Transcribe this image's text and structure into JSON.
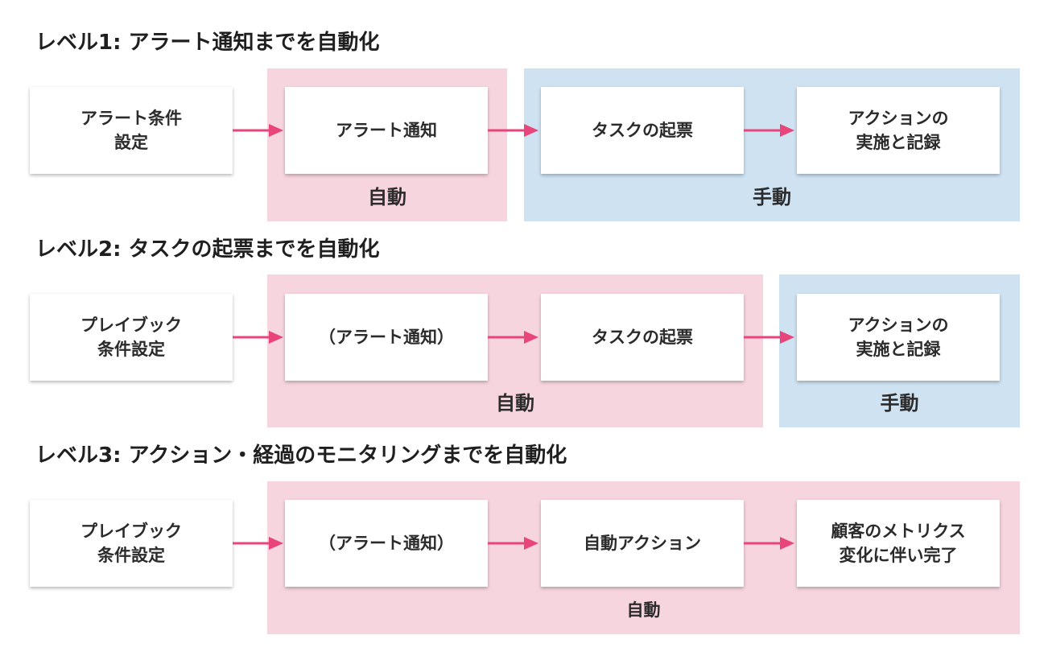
{
  "levels": [
    {
      "title": "レベル1: アラート通知までを自動化",
      "boxes": [
        "アラート条件\n設定",
        "アラート通知",
        "タスクの起票",
        "アクションの\n実施と記録"
      ],
      "zones": [
        {
          "type": "auto",
          "label": "自動"
        },
        {
          "type": "manual",
          "label": "手動"
        }
      ]
    },
    {
      "title": "レベル2: タスクの起票までを自動化",
      "boxes": [
        "プレイブック\n条件設定",
        "（アラート通知）",
        "タスクの起票",
        "アクションの\n実施と記録"
      ],
      "zones": [
        {
          "type": "auto",
          "label": "自動"
        },
        {
          "type": "manual",
          "label": "手動"
        }
      ]
    },
    {
      "title": "レベル3: アクション・経過のモニタリングまでを自動化",
      "boxes": [
        "プレイブック\n条件設定",
        "（アラート通知）",
        "自動アクション",
        "顧客のメトリクス\n変化に伴い完了"
      ],
      "zones": [
        {
          "type": "auto",
          "label": "自動"
        }
      ]
    }
  ],
  "colors": {
    "auto_zone": "#f7d5df",
    "manual_zone": "#cfe2f2",
    "arrow": "#e8457a"
  }
}
